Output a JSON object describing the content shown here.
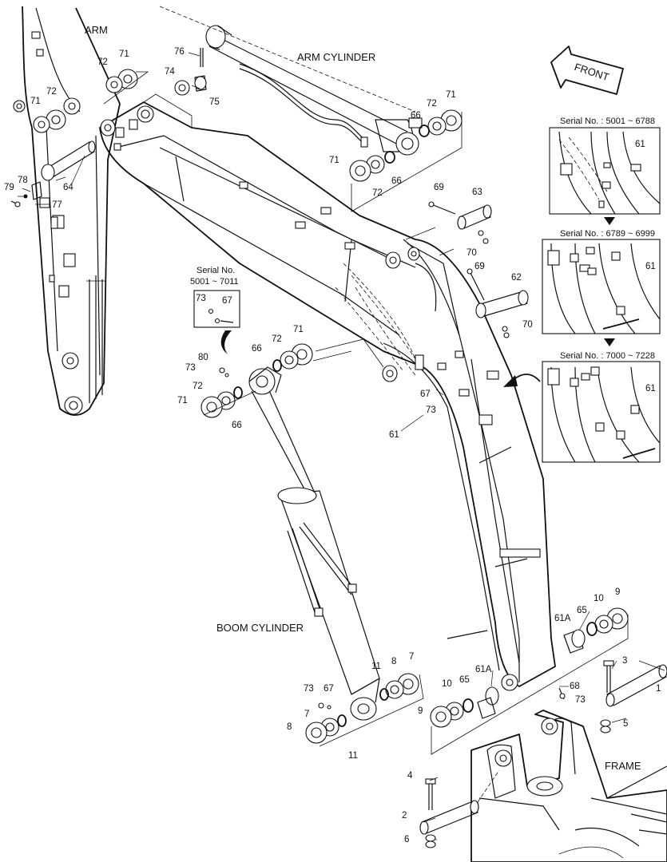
{
  "titles": {
    "arm": "ARM",
    "arm_cylinder": "ARM CYLINDER",
    "boom_cylinder": "BOOM CYLINDER",
    "frame": "FRAME",
    "front": "FRONT"
  },
  "serial": {
    "inset_top": "Serial No. : 5001 ~ 6788",
    "inset_mid": "Serial No. : 6789 ~ 6999",
    "inset_bot": "Serial No. : 7000 ~ 7228",
    "small_line1": "Serial No.",
    "small_line2": "5001 ~ 7011"
  },
  "parts": {
    "p1": "1",
    "p2": "2",
    "p3": "3",
    "p4": "4",
    "p5": "5",
    "p6": "6",
    "p7": "7",
    "p8": "8",
    "p9": "9",
    "p10": "10",
    "p11": "11",
    "p61": "61",
    "p61A": "61A",
    "p62": "62",
    "p63": "63",
    "p64": "64",
    "p65": "65",
    "p66": "66",
    "p67": "67",
    "p68": "68",
    "p69": "69",
    "p70": "70",
    "p71": "71",
    "p72": "72",
    "p73": "73",
    "p74": "74",
    "p75": "75",
    "p76": "76",
    "p77": "77",
    "p78": "78",
    "p79": "79",
    "p80": "80"
  }
}
